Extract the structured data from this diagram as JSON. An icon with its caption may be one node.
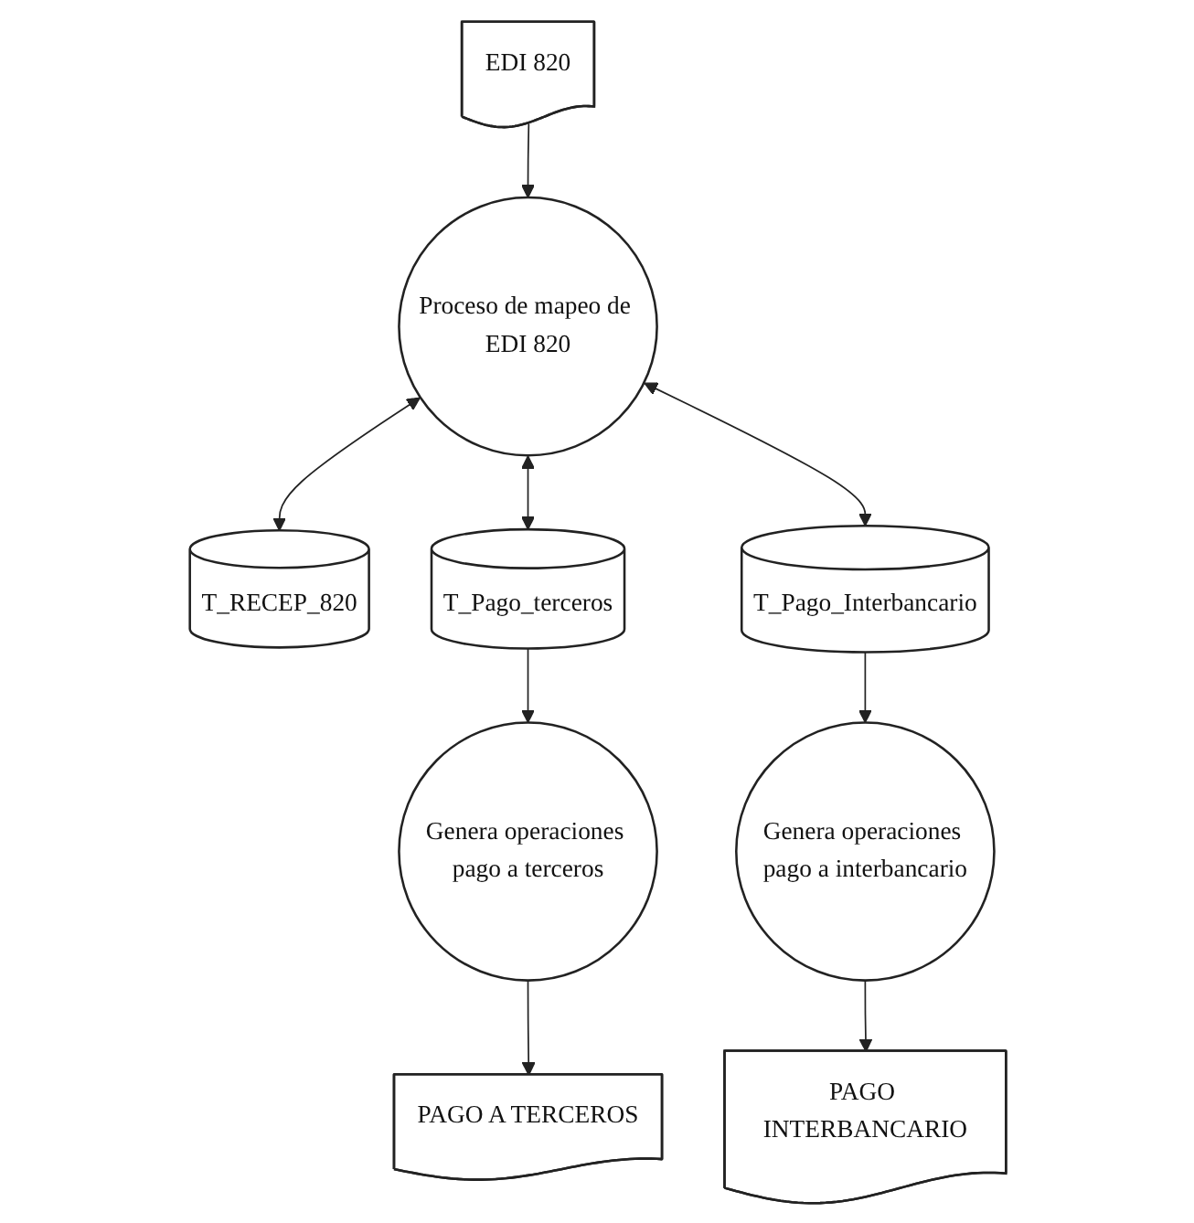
{
  "diagram": {
    "nodes": [
      {
        "text": [
          "EDI 820"
        ]
      },
      {
        "text": [
          "Proceso de mapeo de EDI 820"
        ]
      },
      {
        "text": [
          "T_RECEP_820"
        ]
      },
      {
        "text": [
          "T_Pago_terceros"
        ]
      },
      {
        "text": [
          "T_Pago_Interbancario"
        ]
      },
      {
        "text": [
          "Genera operaciones pago a terceros"
        ]
      },
      {
        "text": [
          "Genera operaciones pago a interbancario"
        ]
      },
      {
        "text": [
          "PAGO A TERCEROS"
        ]
      },
      {
        "text": [
          "PAGO INTERBANCARIO"
        ]
      }
    ],
    "edges": [
      {
        "from": 0,
        "to": 1,
        "arrow": "to"
      },
      {
        "from": 1,
        "to": 2,
        "arrow": "both"
      },
      {
        "from": 1,
        "to": 3,
        "arrow": "both"
      },
      {
        "from": 1,
        "to": 4,
        "arrow": "both"
      },
      {
        "from": 3,
        "to": 5,
        "arrow": "to"
      },
      {
        "from": 4,
        "to": 6,
        "arrow": "to"
      },
      {
        "from": 5,
        "to": 7,
        "arrow": "to"
      },
      {
        "from": 6,
        "to": 8,
        "arrow": "to"
      }
    ]
  }
}
